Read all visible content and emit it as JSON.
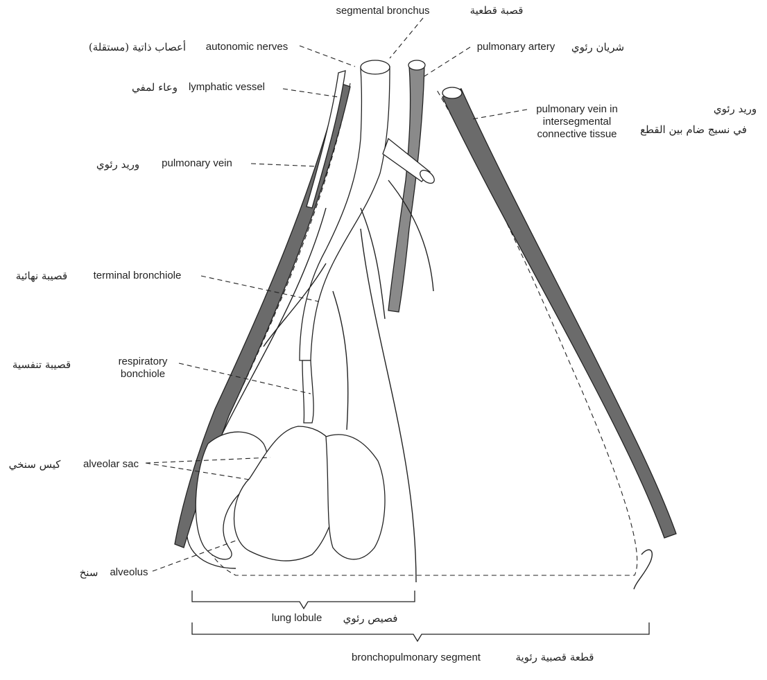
{
  "labels": {
    "segmental_bronchus_en": "segmental bronchus",
    "segmental_bronchus_ar": "قصبة قطعية",
    "autonomic_nerves_en": "autonomic nerves",
    "autonomic_nerves_ar": "أعصاب ذاتية (مستقلة)",
    "pulmonary_artery_en": "pulmonary artery",
    "pulmonary_artery_ar": "شريان رئوي",
    "lymphatic_vessel_en": "lymphatic vessel",
    "lymphatic_vessel_ar": "وعاء لمفي",
    "pulmonary_vein_inter_en_1": "pulmonary vein in",
    "pulmonary_vein_inter_en_2": "intersegmental",
    "pulmonary_vein_inter_en_3": "connective tissue",
    "pulmonary_vein_inter_ar_1": "وريد رئوي",
    "pulmonary_vein_inter_ar_2": "في نسيج ضام بين القطع",
    "pulmonary_vein_en": "pulmonary vein",
    "pulmonary_vein_ar": "وريد رئوي",
    "terminal_bronchiole_en": "terminal bronchiole",
    "terminal_bronchiole_ar": "قصيبة نهائية",
    "respiratory_bronchiole_en_1": "respiratory",
    "respiratory_bronchiole_en_2": "bonchiole",
    "respiratory_bronchiole_ar": "قصيبة تنفسية",
    "alveolar_sac_en": "alveolar sac",
    "alveolar_sac_ar": "كيس سنخي",
    "alveolus_en": "alveolus",
    "alveolus_ar": "سنخ",
    "lung_lobule_en": "lung lobule",
    "lung_lobule_ar": "فصيص رئوي",
    "bronchopulmonary_segment_en": "bronchopulmonary segment",
    "bronchopulmonary_segment_ar": "قطعة قصبية رئوية"
  }
}
